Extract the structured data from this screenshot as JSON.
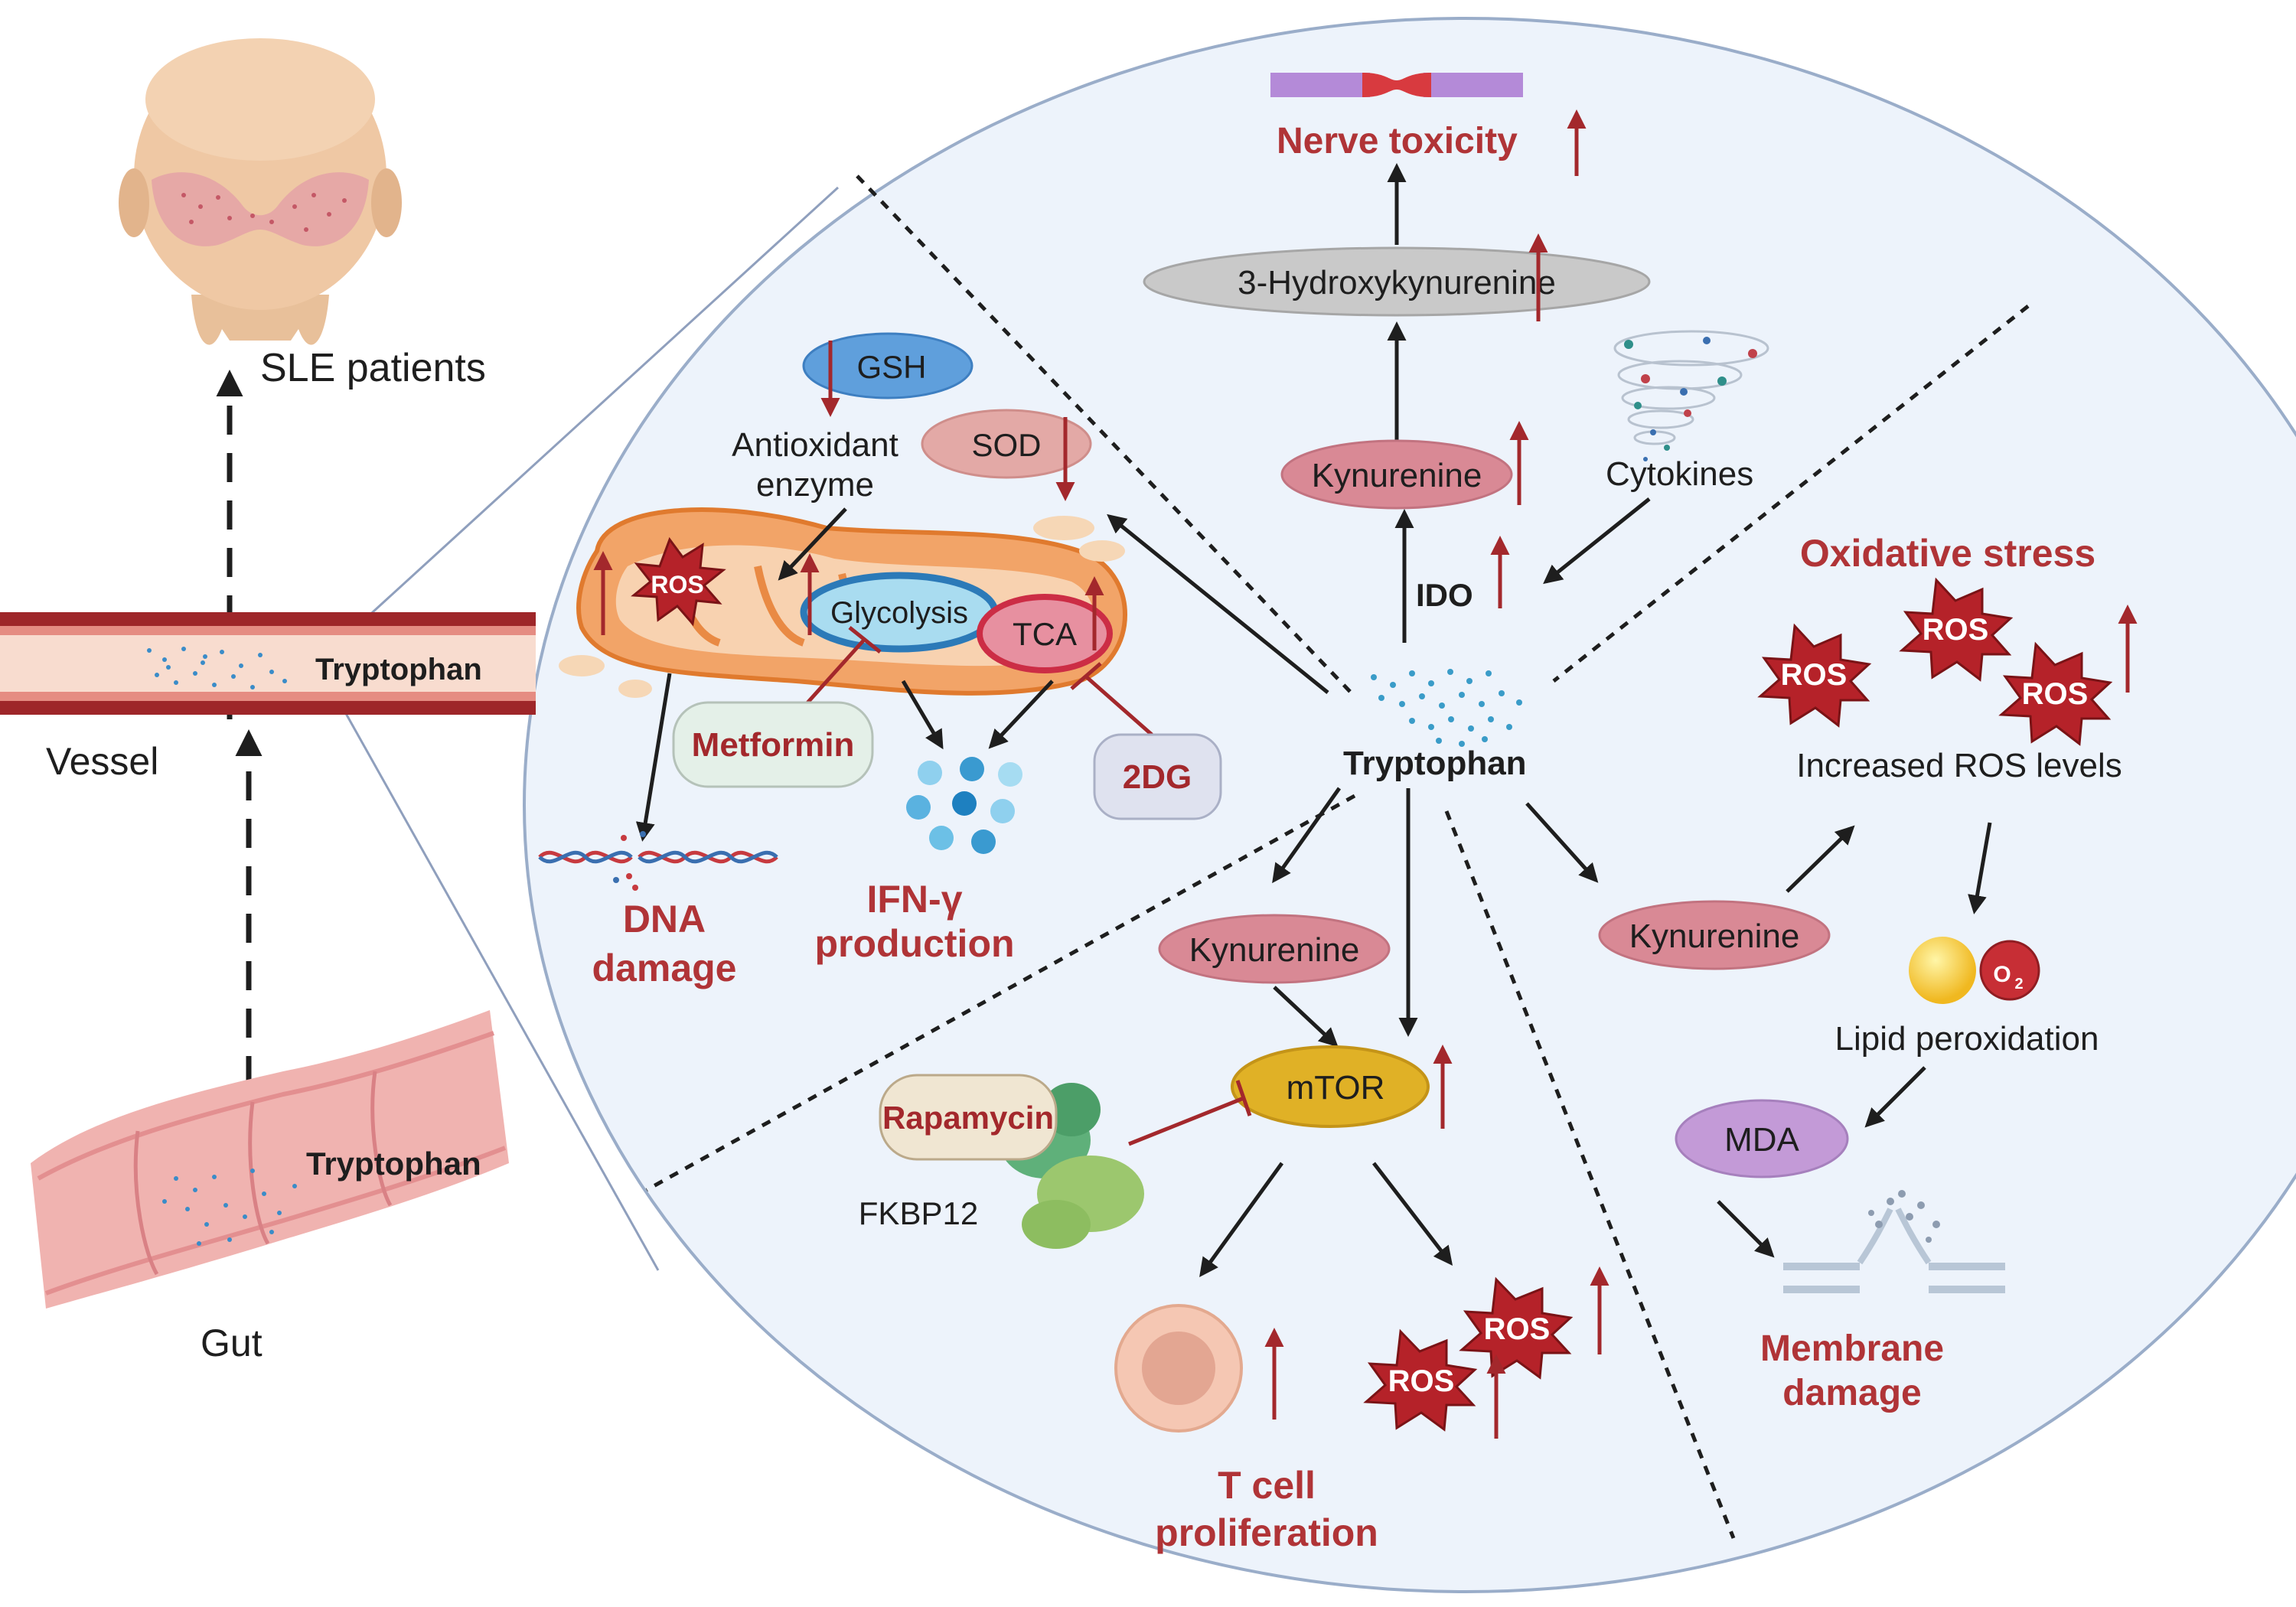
{
  "left": {
    "sle_patients": "SLE patients",
    "vessel": "Vessel",
    "gut": "Gut",
    "vessel_tryptophan": "Tryptophan",
    "gut_tryptophan": "Tryptophan"
  },
  "center": {
    "tryptophan": "Tryptophan"
  },
  "ido_pathway": {
    "nerve_toxicity": "Nerve toxicity",
    "hydroxykynurenine": "3-Hydroxykynurenine",
    "kynurenine": "Kynurenine",
    "cytokines": "Cytokines",
    "ido": "IDO"
  },
  "metabolism": {
    "gsh": "GSH",
    "sod": "SOD",
    "antioxidant_line1": "Antioxidant",
    "antioxidant_line2": "enzyme",
    "ros": "ROS",
    "glycolysis": "Glycolysis",
    "tca": "TCA",
    "metformin": "Metformin",
    "twodg": "2DG",
    "ifn_line1": "IFN-γ",
    "ifn_line2": "production",
    "dna_line1": "DNA",
    "dna_line2": "damage"
  },
  "oxidative": {
    "title": "Oxidative stress",
    "ros_a": "ROS",
    "ros_b": "ROS",
    "ros_c": "ROS",
    "increased": "Increased ROS levels",
    "kynurenine": "Kynurenine",
    "o2_label": "O",
    "o2_sub": "2",
    "lipid": "Lipid peroxidation",
    "mda": "MDA",
    "membrane_line1": "Membrane",
    "membrane_line2": "damage"
  },
  "mtor": {
    "kynurenine": "Kynurenine",
    "mtor": "mTOR",
    "rapamycin": "Rapamycin",
    "fkbp12": "FKBP12",
    "ros_a": "ROS",
    "ros_b": "ROS",
    "tcell_line1": "T cell",
    "tcell_line2": "proliferation"
  },
  "colors": {
    "dark_red": "#b03437",
    "circle_fill": "#edf3fb",
    "circle_stroke": "#9aadc9",
    "kynurenine": "#d98995",
    "vessel": "#9e2629",
    "mtor": "#e0b126",
    "mda": "#c39ad7"
  }
}
